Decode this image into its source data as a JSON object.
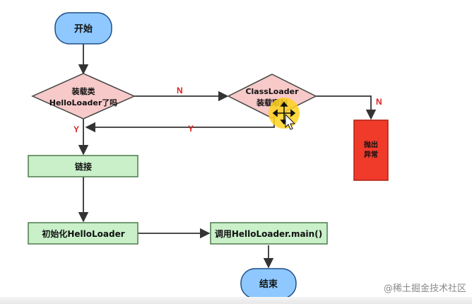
{
  "nodes": {
    "start": "开始",
    "check_loaded_line1": "装载类",
    "check_loaded_line2": "HelloLoader了吗",
    "classloader_line1": "ClassLoader",
    "classloader_line2": "装载顺利",
    "throw_line1": "抛出",
    "throw_line2": "异常",
    "link": "链接",
    "init": "初始化HelloLoader",
    "call_main": "调用HelloLoader.main()",
    "end": "结束"
  },
  "edge_labels": {
    "no_to_classloader": "N",
    "yes_down": "Y",
    "yes_back": "Y",
    "no_to_throw": "N"
  },
  "watermark": "@稀土掘金技术社区",
  "colors": {
    "terminal_fill": "#8ec8ff",
    "terminal_stroke": "#1e4f8a",
    "decision_fill": "#f7c9c9",
    "decision_stroke": "#444444",
    "process_fill": "#c9f0c9",
    "process_stroke": "#4c7a4c",
    "throw_fill": "#f03a2a",
    "throw_stroke": "#b01e12",
    "edge": "#333333",
    "edge_label": "#e02020",
    "cursor_highlight": "#ffd21f"
  },
  "icons": {
    "cursor": "move-cursor-icon"
  }
}
